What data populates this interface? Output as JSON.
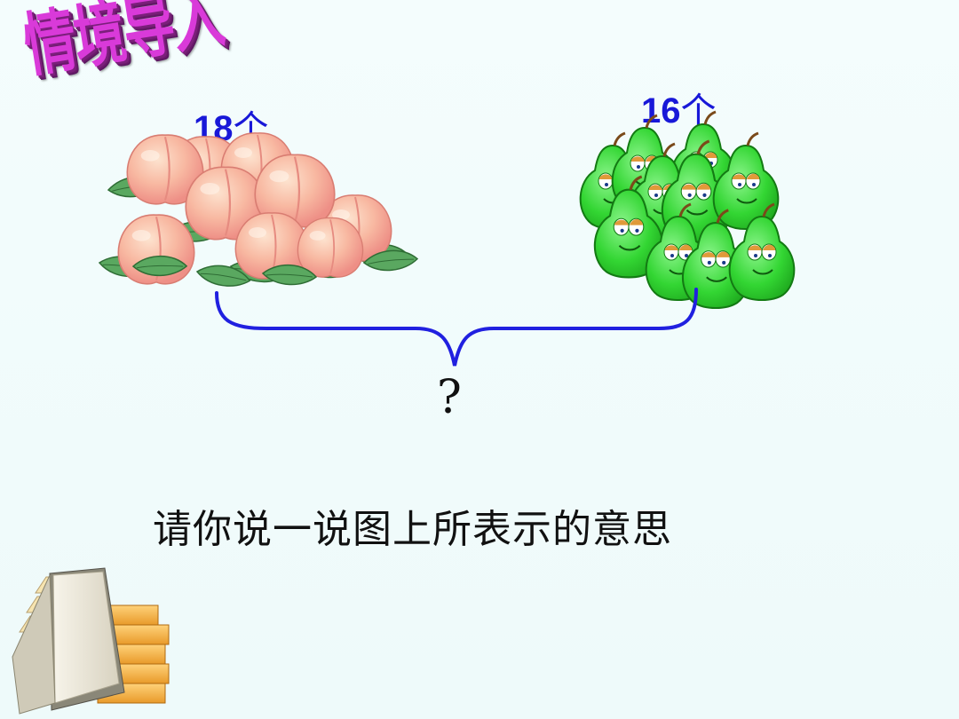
{
  "slide": {
    "title": "情境导入",
    "peaches": {
      "number": "18",
      "unit": "个"
    },
    "pears": {
      "number": "16",
      "unit": "个"
    },
    "question": "?",
    "instruction": "请你说一说图上所表示的意思"
  },
  "colors": {
    "title": "#d93ad9",
    "count_labels": "#1818d8",
    "brace": "#2020e0",
    "peach": "#f6b7a0",
    "pear": "#3ad83a",
    "leaf": "#5aa860"
  }
}
